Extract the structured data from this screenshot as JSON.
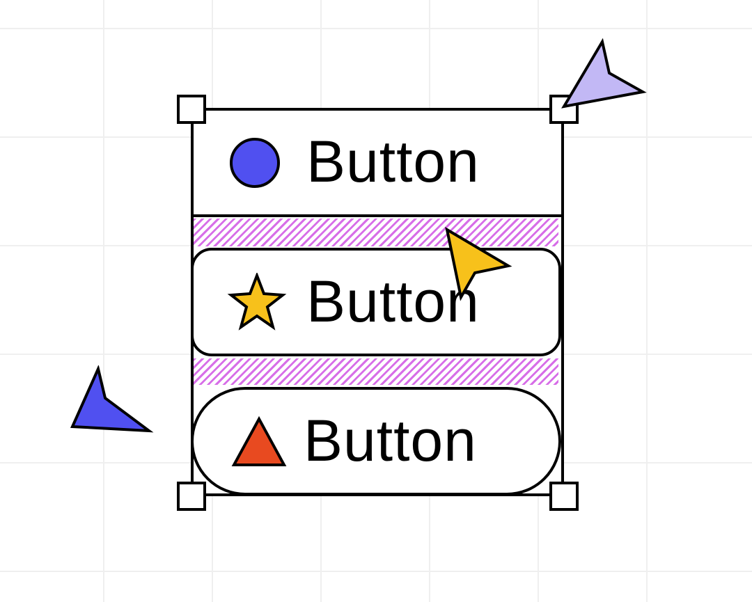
{
  "buttons": [
    {
      "label": "Button",
      "icon": "circle-icon",
      "icon_color": "#5050f0",
      "shape": "square-edged"
    },
    {
      "label": "Button",
      "icon": "star-icon",
      "icon_color": "#f7c11b",
      "shape": "rounded"
    },
    {
      "label": "Button",
      "icon": "triangle-icon",
      "icon_color": "#e84a20",
      "shape": "pill"
    }
  ],
  "spacing_fill_color": "#d76ee8",
  "cursors": [
    {
      "name": "lavender-cursor-icon",
      "color": "#c2b8f5"
    },
    {
      "name": "yellow-cursor-icon",
      "color": "#f7c11b"
    },
    {
      "name": "blue-cursor-icon",
      "color": "#5050f0"
    }
  ]
}
